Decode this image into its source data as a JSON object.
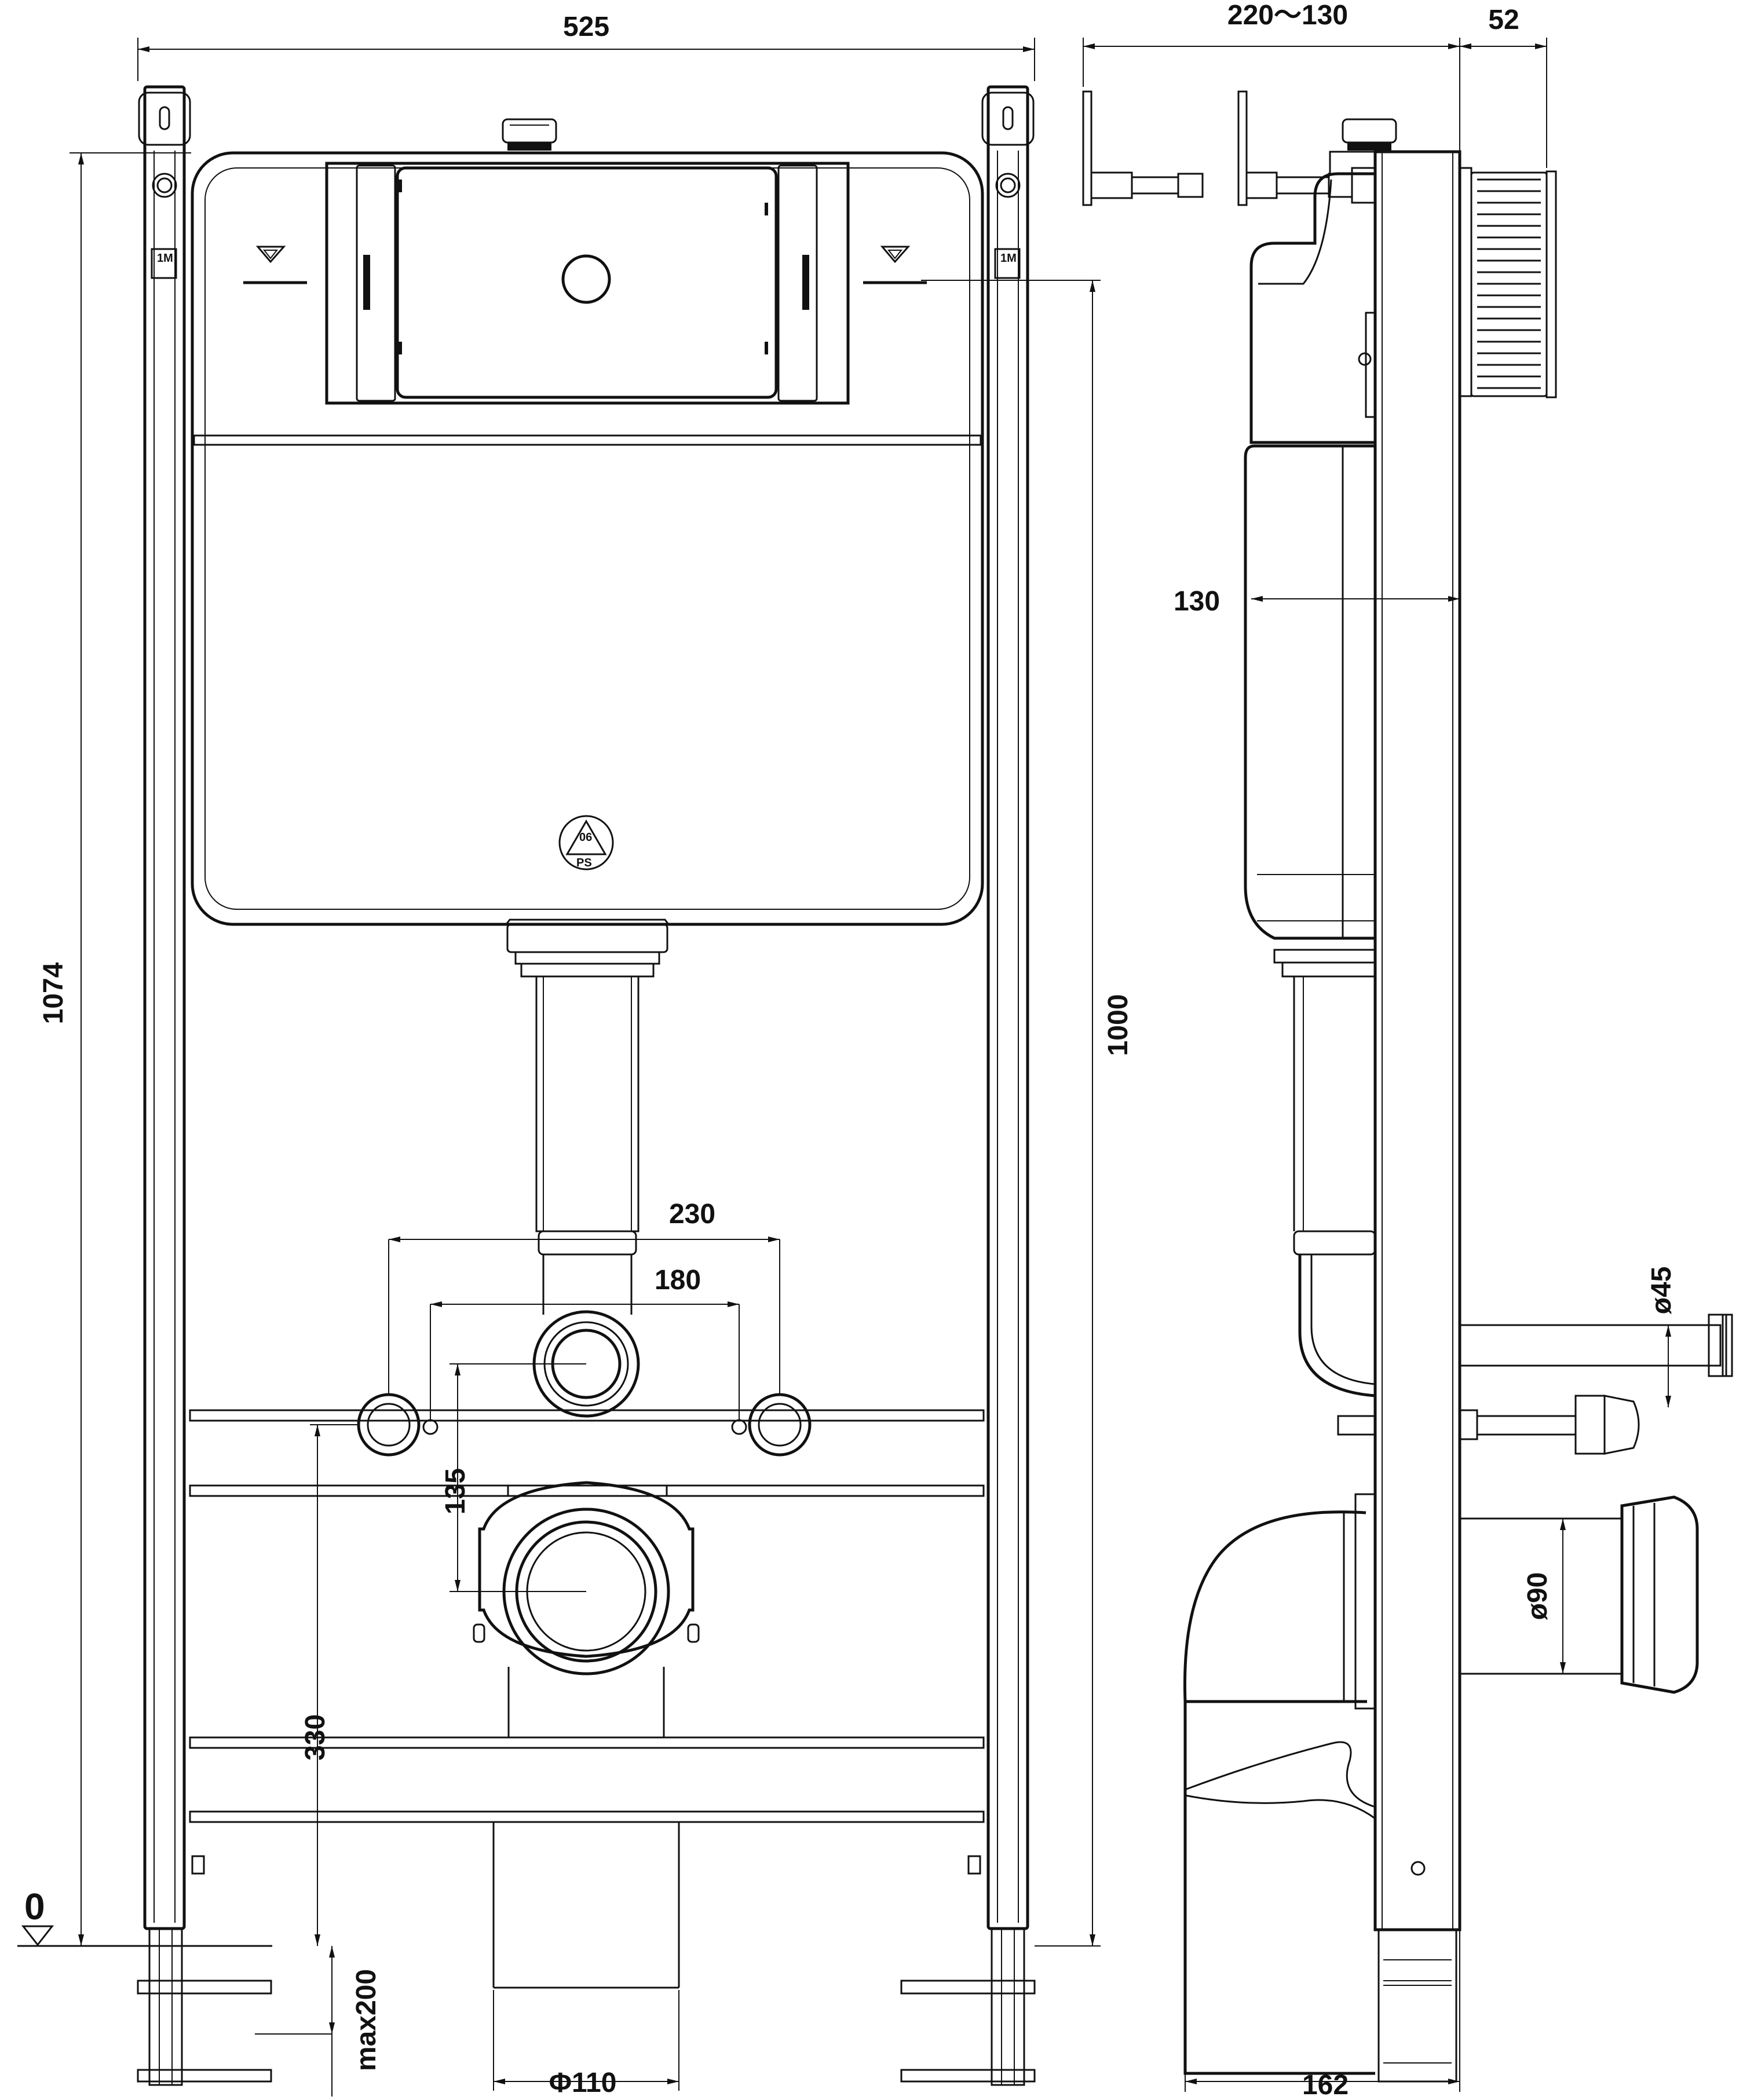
{
  "dimensions": {
    "overall_width": "525",
    "wall_distance": "220～130",
    "button_depth": "52",
    "frame_height": "1074",
    "flush_height": "1000",
    "cistern_depth": "130",
    "bolt_spacing_outer": "230",
    "bolt_spacing_inner": "180",
    "bolt_to_outlet": "135",
    "outlet_height": "330",
    "floor_level": "0",
    "leg_extension": "max200",
    "drain_diameter": "Φ110",
    "inlet_diameter": "ø45",
    "outlet_diameter": "ø90",
    "total_depth": "162"
  },
  "labels": {
    "recycle_code": "06",
    "recycle_material": "PS",
    "bracket_marker": "1M"
  },
  "colors": {
    "line": "#111111",
    "background": "#ffffff"
  }
}
